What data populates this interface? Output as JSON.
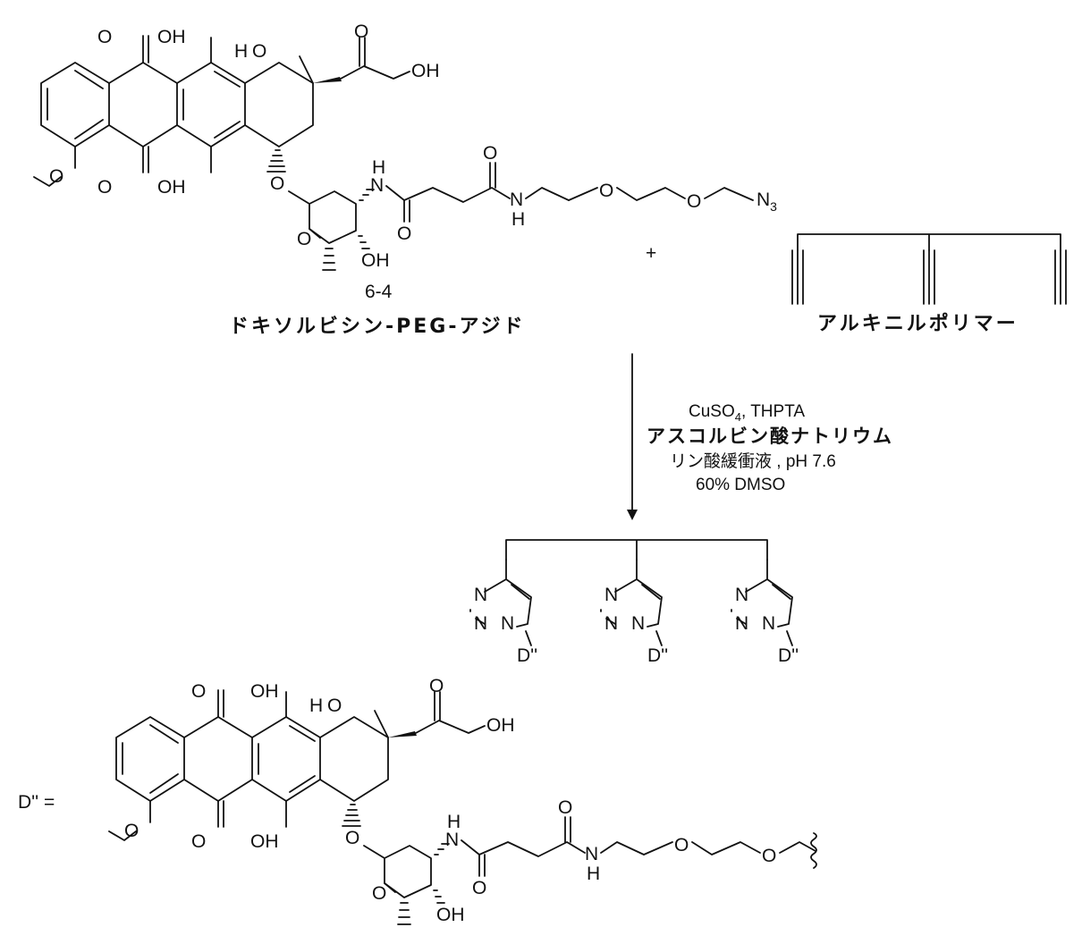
{
  "reactant": {
    "compound_number": "6-4",
    "compound_name": "ドキソルビシン-PEG-アジド",
    "atoms": {
      "oxo": "O",
      "hydroxyl": "OH",
      "hydroxymethyl": "OH",
      "ether_o": "O",
      "nh": "H",
      "n": "N",
      "azide": "N3"
    }
  },
  "plus": "+",
  "polymer": {
    "name": "アルキニルポリマー"
  },
  "conditions": {
    "line1": "CuSO4, THPTA",
    "line2": "アスコルビン酸ナトリウム",
    "line3": "リン酸緩衝液 , pH 7.6",
    "line4": "60% DMSO"
  },
  "product": {
    "triazole_n": "N",
    "substituent": "D''"
  },
  "definition": {
    "label": "D'' ="
  }
}
